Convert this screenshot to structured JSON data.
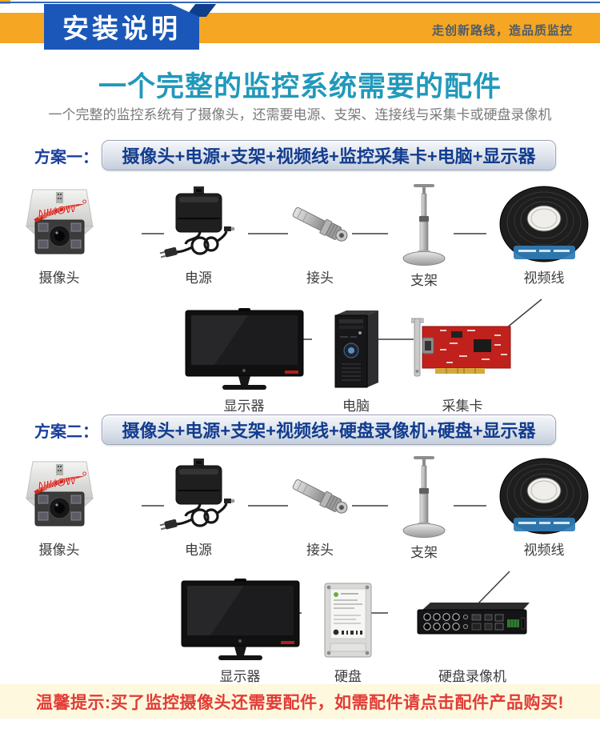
{
  "header": {
    "badge": "安装说明",
    "slogan": "走创新路线，造品质监控"
  },
  "intro": {
    "title": "一个完整的监控系统需要的配件",
    "subtitle": "一个完整的监控系统有了摄像头，还需要电源、支架、连接线与采集卡或硬盘录像机"
  },
  "plans": [
    {
      "label": "方案一：",
      "formula": "摄像头+电源+支架+视频线+监控采集卡+电脑+显示器",
      "row1": [
        {
          "label": "摄像头"
        },
        {
          "label": "电源"
        },
        {
          "label": "接头"
        },
        {
          "label": "支架"
        },
        {
          "label": "视频线"
        }
      ],
      "row2": [
        {
          "label": "显示器"
        },
        {
          "label": "电脑"
        },
        {
          "label": "采集卡"
        }
      ]
    },
    {
      "label": "方案二：",
      "formula": "摄像头+电源+支架+视频线+硬盘录像机+硬盘+显示器",
      "row1": [
        {
          "label": "摄像头"
        },
        {
          "label": "电源"
        },
        {
          "label": "接头"
        },
        {
          "label": "支架"
        },
        {
          "label": "视频线"
        }
      ],
      "row2": [
        {
          "label": "显示器"
        },
        {
          "label": "硬盘"
        },
        {
          "label": "硬盘录像机"
        }
      ]
    }
  ],
  "camera_logo": "NIKOW",
  "footer": {
    "notice": "温馨提示:买了监控摄像头还需要配件，如需配件请点击配件产品购买!"
  },
  "colors": {
    "band_orange": "#F5A623",
    "tab_blue": "#1A57B8",
    "title_teal": "#2199BB",
    "plan_navy": "#123C8E",
    "notice_red": "#E23B36",
    "notice_bg": "#FDF8DE"
  }
}
